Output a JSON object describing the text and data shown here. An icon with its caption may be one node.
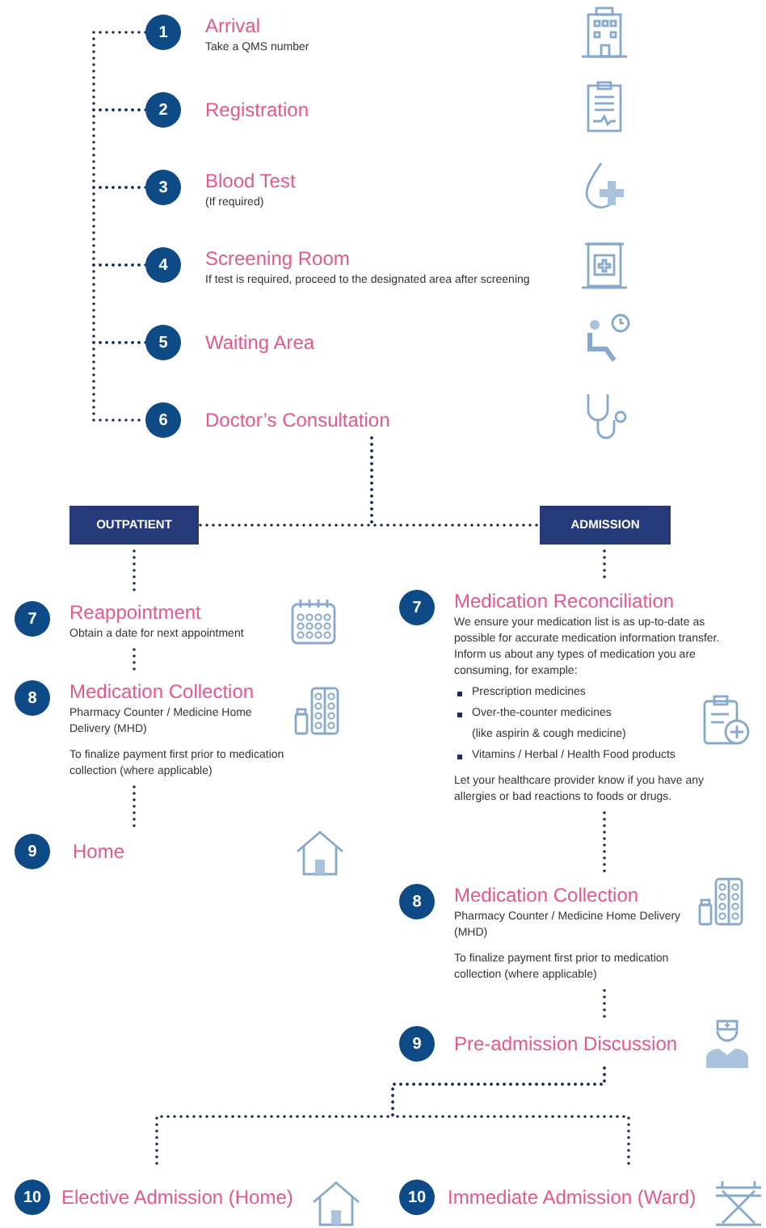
{
  "diagram": {
    "nodes": [
      {
        "text": [
          "1",
          "Arrival",
          "Take a QMS number"
        ]
      },
      {
        "text": [
          "2",
          "Registration"
        ]
      },
      {
        "text": [
          "3",
          "Blood Test",
          "(If required)"
        ]
      },
      {
        "text": [
          "4",
          "Screening Room",
          "If test is required, proceed to the designated area after screening"
        ]
      },
      {
        "text": [
          "5",
          "Waiting Area"
        ]
      },
      {
        "text": [
          "6",
          "Doctor’s Consultation"
        ]
      },
      {
        "text": [
          "OUTPATIENT"
        ]
      },
      {
        "text": [
          "ADMISSION"
        ]
      },
      {
        "text": [
          "7",
          "Reappointment",
          "Obtain a date for next appointment"
        ]
      },
      {
        "text": [
          "8",
          "Medication Collection",
          "Pharmacy Counter / Medicine Home Delivery (MHD)",
          "To finalize payment first prior to medication collection (where applicable)"
        ]
      },
      {
        "text": [
          "9",
          "Home"
        ]
      },
      {
        "text": [
          "7",
          "Medication Reconciliation",
          "We ensure your medication list is as up-to-date as possible for accurate medication information transfer. Inform us about any types of medication you are consuming, for example:",
          "Prescription medicines",
          "Over-the-counter medicines",
          "(like aspirin & cough medicine)",
          "Vitamins / Herbal / Health Food products",
          "Let your healthcare provider know if you have any allergies or bad reactions to foods or drugs."
        ]
      },
      {
        "text": [
          "8",
          "Medication Collection",
          "Pharmacy Counter / Medicine Home Delivery (MHD)",
          "To finalize payment first prior to medication collection (where applicable)"
        ]
      },
      {
        "text": [
          "9",
          "Pre-admission Discussion"
        ]
      },
      {
        "text": [
          "10",
          "Elective Admission (Home)"
        ]
      },
      {
        "text": [
          "10",
          "Immediate Admission (Ward)"
        ]
      }
    ],
    "edges": [
      {
        "from": 0,
        "to": 1,
        "arrow": "none"
      },
      {
        "from": 1,
        "to": 2,
        "arrow": "none"
      },
      {
        "from": 2,
        "to": 3,
        "arrow": "none"
      },
      {
        "from": 3,
        "to": 4,
        "arrow": "none"
      },
      {
        "from": 4,
        "to": 5,
        "arrow": "none"
      },
      {
        "from": 5,
        "to": 6,
        "arrow": "none"
      },
      {
        "from": 5,
        "to": 7,
        "arrow": "none"
      },
      {
        "from": 6,
        "to": 8,
        "arrow": "none"
      },
      {
        "from": 8,
        "to": 9,
        "arrow": "none"
      },
      {
        "from": 9,
        "to": 10,
        "arrow": "none"
      },
      {
        "from": 7,
        "to": 11,
        "arrow": "none"
      },
      {
        "from": 11,
        "to": 12,
        "arrow": "none"
      },
      {
        "from": 12,
        "to": 13,
        "arrow": "none"
      },
      {
        "from": 13,
        "to": 14,
        "arrow": "none"
      },
      {
        "from": 13,
        "to": 15,
        "arrow": "none"
      }
    ]
  }
}
